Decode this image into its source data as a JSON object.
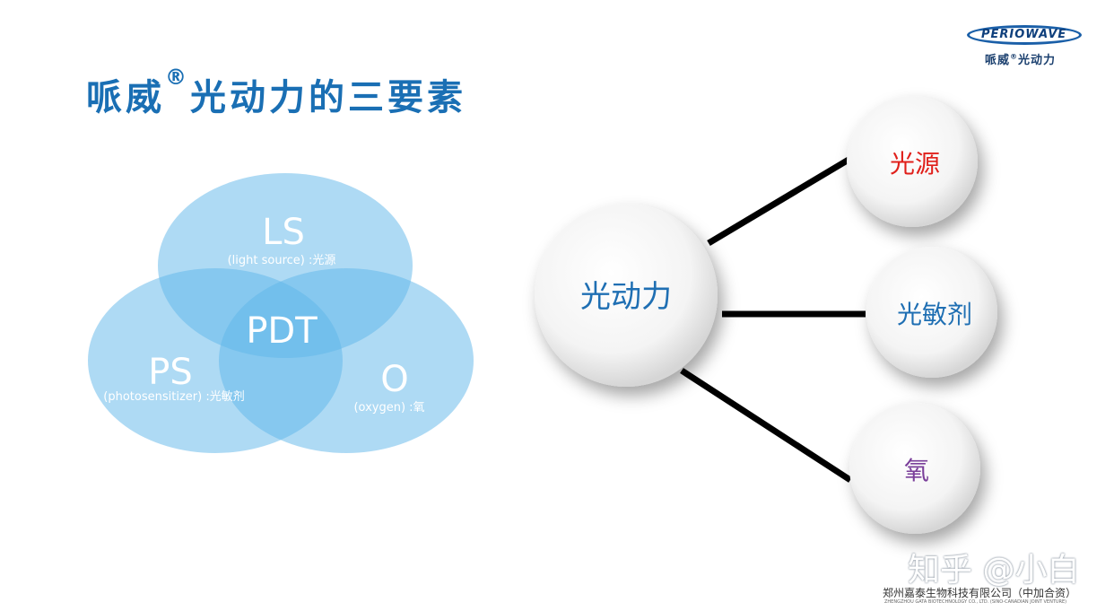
{
  "title": {
    "main": "哌威",
    "reg": "®",
    "rest": "光动力的三要素"
  },
  "logo": {
    "brand": "PERIOWAVE",
    "sub_main": "哌威",
    "sub_reg": "®",
    "sub_rest": "光动力"
  },
  "venn": {
    "center": "PDT",
    "ls": {
      "abbr": "LS",
      "desc": "(light source) :光源"
    },
    "ps": {
      "abbr": "PS",
      "desc": "(photosensitizer) :光敏剂"
    },
    "o": {
      "abbr": "O",
      "desc": "(oxygen) :氧"
    }
  },
  "tree": {
    "root": "光动力",
    "branches": [
      {
        "label": "光源",
        "color": "#e0201b"
      },
      {
        "label": "光敏剂",
        "color": "#1f6fb3"
      },
      {
        "label": "氧",
        "color": "#7a3f9a"
      }
    ]
  },
  "colors": {
    "title_blue": "#1a6fb4",
    "venn_fill": "#5eb6e9"
  },
  "watermark": "知乎 @小白",
  "company": {
    "cn": "郑州嘉泰生物科技有限公司（中加合资）",
    "en": "ZHENGZHOU GATA BIOTECHNOLOGY CO., LTD. (SINO-CANADIAN JOINT VENTURE)"
  }
}
